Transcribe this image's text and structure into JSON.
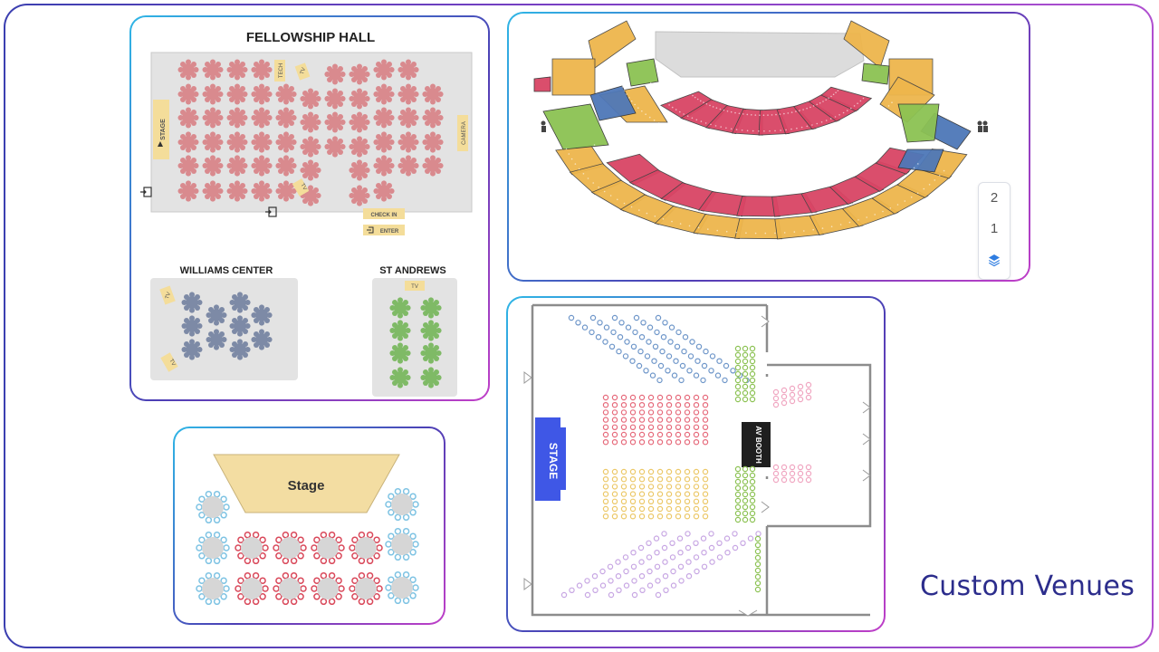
{
  "brand_text": "Custom Venues",
  "fellowship": {
    "title": "FELLOWSHIP HALL",
    "stage": "STAGE",
    "tech": "TECH",
    "tv1": "TV",
    "tv2": "TV",
    "camera": "CAMERA",
    "check_in": "CHECK IN",
    "enter": "ENTER",
    "table_color": "#d98a8e"
  },
  "williams": {
    "title": "WILLIAMS CENTER",
    "tv1": "TV",
    "tv2": "TV",
    "table_color": "#7d8aa6"
  },
  "st_andrews": {
    "title": "ST ANDREWS",
    "tv": "TV",
    "table_color": "#7fba66"
  },
  "stage_venue": {
    "stage_label": "Stage"
  },
  "theater": {
    "stage": "STAGE",
    "av_booth": "AV BOOTH"
  },
  "arena": {
    "levels": [
      "2",
      "1"
    ],
    "layers_icon": "layers-icon"
  },
  "colors": {
    "brand": "#2c2d8c",
    "pink": "#d2456a",
    "orange": "#e9a93a",
    "blue": "#4e78b8",
    "green": "#8cc253",
    "purple": "#c9a6e0"
  }
}
